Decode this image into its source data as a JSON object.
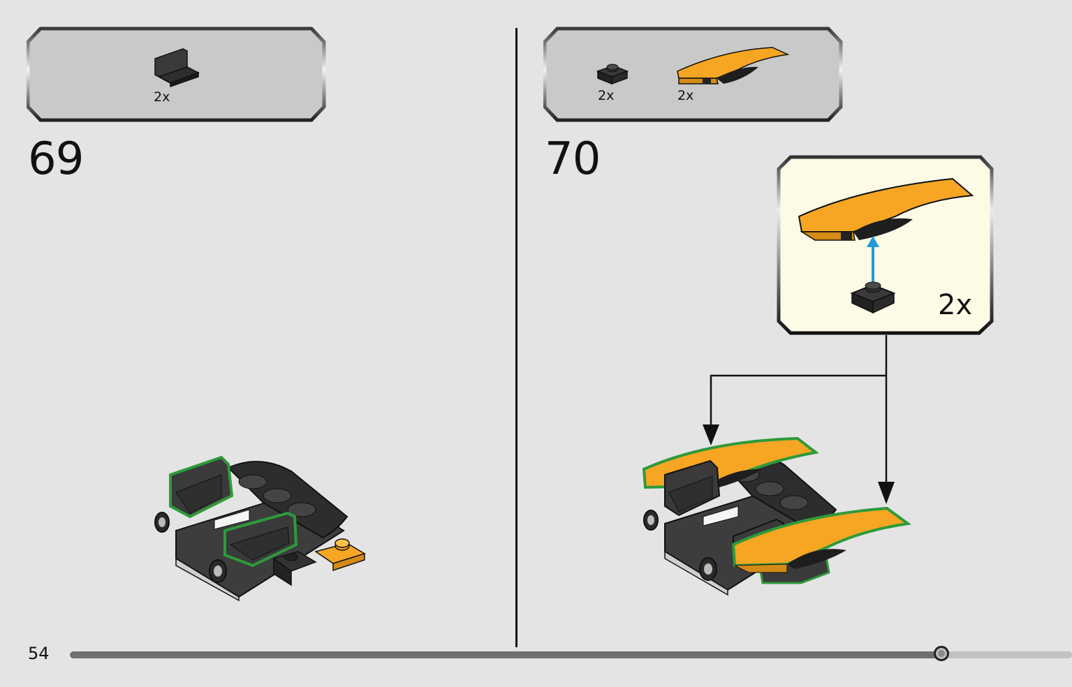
{
  "page": {
    "number": "54",
    "progress": 0.87
  },
  "steps": [
    {
      "number": "69",
      "parts": [
        {
          "qty": "2x",
          "piece": "dark-gray-panel"
        }
      ]
    },
    {
      "number": "70",
      "parts": [
        {
          "qty": "2x",
          "piece": "black-plate-1x1"
        },
        {
          "qty": "2x",
          "piece": "orange-curved-slope"
        }
      ],
      "callout": {
        "qty": "2x"
      }
    }
  ],
  "colors": {
    "background": "#e4e4e4",
    "parts_box": "#c9c9c9",
    "callout_bg": "#fdfbe6",
    "orange": "#f6a623",
    "dark_gray": "#3a3a3a",
    "highlight_green": "#2e9a3b",
    "arrow_blue": "#1f9ad6"
  }
}
